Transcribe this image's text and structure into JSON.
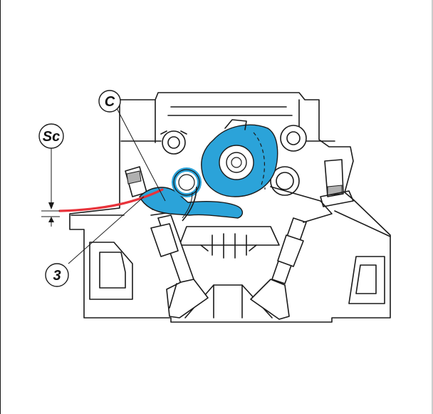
{
  "callouts": {
    "c": "C",
    "sc": "Sc",
    "three": "3"
  },
  "colors": {
    "highlight_blue": "#2ba3d9",
    "clearance_line_red": "#e8333b",
    "line": "#1a1a1a"
  }
}
